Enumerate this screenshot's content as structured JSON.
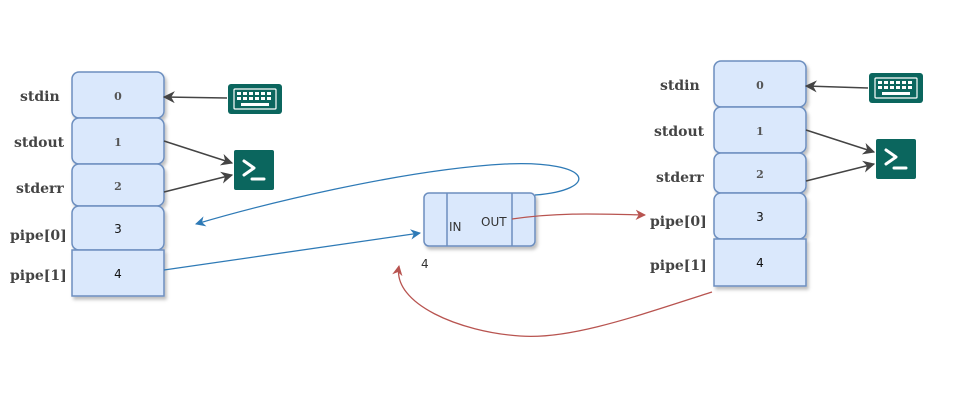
{
  "left_process": {
    "rows": [
      {
        "label": "stdin",
        "value": "0"
      },
      {
        "label": "stdout",
        "value": "1"
      },
      {
        "label": "stderr",
        "value": "2"
      },
      {
        "label": "pipe[0]",
        "value": "3"
      },
      {
        "label": "pipe[1]",
        "value": "4"
      }
    ]
  },
  "right_process": {
    "rows": [
      {
        "label": "stdin",
        "value": "0"
      },
      {
        "label": "stdout",
        "value": "1"
      },
      {
        "label": "stderr",
        "value": "2"
      },
      {
        "label": "pipe[0]",
        "value": "3"
      },
      {
        "label": "pipe[1]",
        "value": "4"
      }
    ]
  },
  "pipe": {
    "in_label": "IN",
    "out_label": "OUT",
    "caption": "4"
  },
  "colors": {
    "cell_fill": "#dae8fc",
    "cell_stroke": "#6c8ebf",
    "icon_fill": "#0b665e",
    "blue_arrow": "#2e7ab6",
    "red_arrow": "#b85450",
    "dark_arrow": "#444444"
  },
  "icons": {
    "keyboard": "keyboard-icon",
    "terminal": "terminal-icon"
  }
}
